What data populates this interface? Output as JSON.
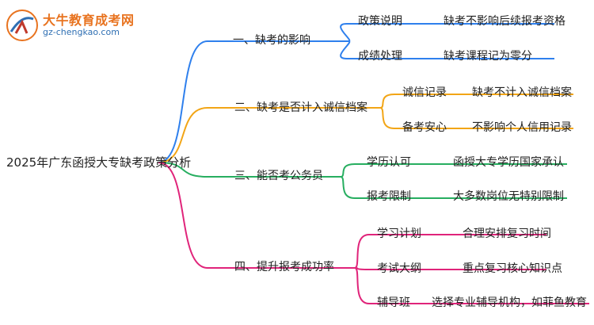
{
  "logo": {
    "title": "大牛教育成考网",
    "url": "gz-chengkao.com"
  },
  "root": {
    "label": "2025年广东函授大专缺考政策分析"
  },
  "branches": [
    {
      "label": "一、缺考的影响",
      "color": "#2f80ed",
      "children": [
        {
          "label": "政策说明",
          "value": "缺考不影响后续报考资格"
        },
        {
          "label": "成绩处理",
          "value": "缺考课程记为零分"
        }
      ]
    },
    {
      "label": "二、缺考是否计入诚信档案",
      "color": "#f2a516",
      "children": [
        {
          "label": "诚信记录",
          "value": "缺考不计入诚信档案"
        },
        {
          "label": "备考安心",
          "value": "不影响个人信用记录"
        }
      ]
    },
    {
      "label": "三、能否考公务员",
      "color": "#27ae60",
      "children": [
        {
          "label": "学历认可",
          "value": "函授大专学历国家承认"
        },
        {
          "label": "报考限制",
          "value": "大多数岗位无特别限制"
        }
      ]
    },
    {
      "label": "四、提升报考成功率",
      "color": "#e0247a",
      "children": [
        {
          "label": "学习计划",
          "value": "合理安排复习时间"
        },
        {
          "label": "考试大纲",
          "value": "重点复习核心知识点"
        },
        {
          "label": "辅导班",
          "value": "选择专业辅导机构，如菲鱼教育"
        }
      ]
    }
  ]
}
